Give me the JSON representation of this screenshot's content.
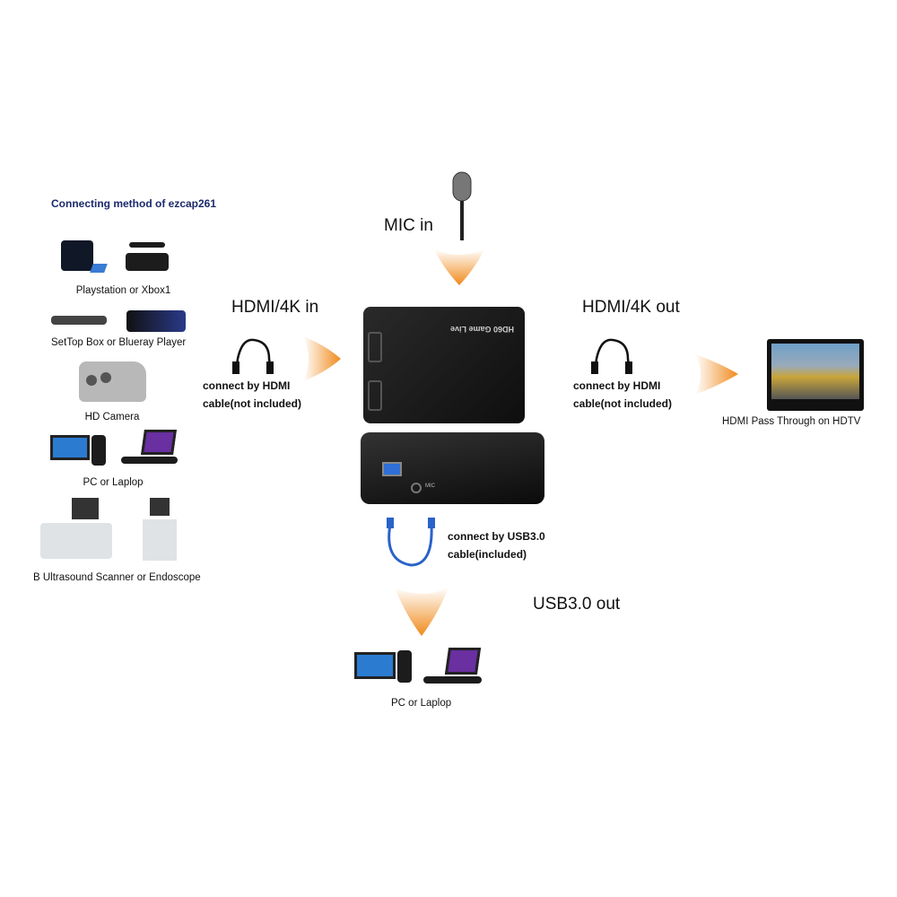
{
  "title": "Connecting method of ezcap261",
  "sources": [
    {
      "label": "Playstation or Xbox1"
    },
    {
      "label": "SetTop Box or Blueray Player"
    },
    {
      "label": "HD Camera"
    },
    {
      "label": "PC or Laplop"
    },
    {
      "label": "B Ultrasound Scanner or Endoscope"
    }
  ],
  "mic": {
    "label": "MIC in"
  },
  "hdmi_in": {
    "label": "HDMI/4K in",
    "cable_line1": "connect by HDMI",
    "cable_line2": "cable(not included)"
  },
  "hdmi_out": {
    "label": "HDMI/4K out",
    "cable_line1": "connect by HDMI",
    "cable_line2": "cable(not included)",
    "target": "HDMI Pass Through on HDTV"
  },
  "device": {
    "brand_text": "HD60 Game Live",
    "port_mic": "MIC"
  },
  "usb": {
    "cable_line1": "connect by USB3.0",
    "cable_line2": "cable(included)",
    "label": "USB3.0 out",
    "target": "PC or Laplop"
  },
  "colors": {
    "arrow": "#f08a1c",
    "title": "#1b2a6b"
  }
}
